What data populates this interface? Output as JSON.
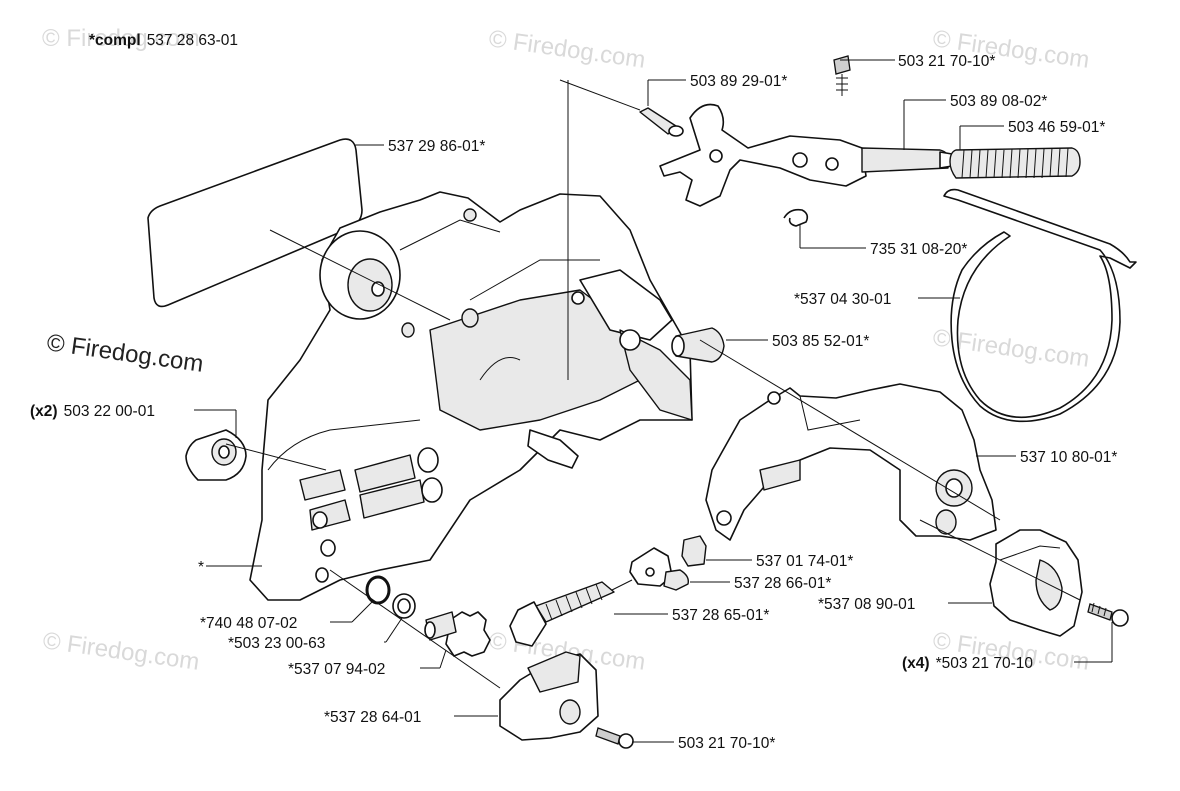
{
  "watermark": {
    "faint_text": "© Firedog.com",
    "main_text": "© Firedog.com"
  },
  "labels": {
    "compl": {
      "prefix": "*compl",
      "number": "537 28 63-01"
    },
    "p1": "503 21 70-10*",
    "p2": "503 89 29-01*",
    "p3": "503 89 08-02*",
    "p4": "503 46 59-01*",
    "p5": "537 29 86-01*",
    "p6": "735 31 08-20*",
    "p7": "*537 04 30-01",
    "p8": "503 85 52-01*",
    "p9": {
      "prefix": "(x2)",
      "number": "503 22 00-01"
    },
    "p10": "537 10 80-01*",
    "p11": "*",
    "p12": "537 01 74-01*",
    "p13": "537 28 66-01*",
    "p14": "*537 08 90-01",
    "p15": "*740 48 07-02",
    "p16": "537 28 65-01*",
    "p17": "*503 23 00-63",
    "p18": {
      "prefix": "(x4)",
      "number": "*503 21 70-10"
    },
    "p19": "*537 07 94-02",
    "p20": "*537 28 64-01",
    "p21": "503 21 70-10*"
  }
}
